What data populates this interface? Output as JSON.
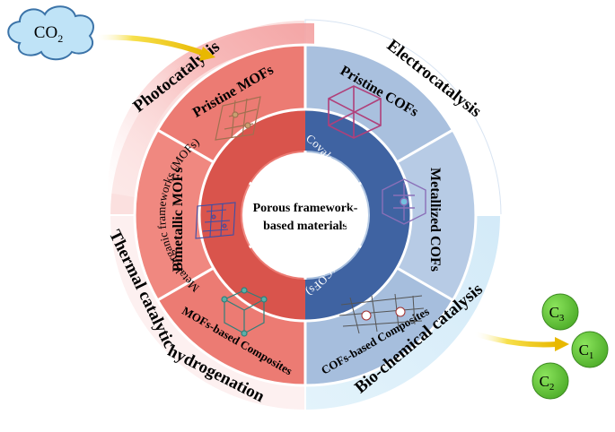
{
  "input": {
    "label": "CO",
    "subscript": "2"
  },
  "center": {
    "line1": "Porous framework-",
    "line2": "based materials"
  },
  "mof_ring_label": "Metal-organic frameworks (MOFs)",
  "cof_ring_label": "Covalent organic frameworks (COFs)",
  "sectors": {
    "pristine_mofs": "Pristine MOFs",
    "bimetallic_mofs": "Bimetallic MOFs",
    "mofs_composites": "MOFs-based Composites",
    "pristine_cofs": "Pristine COFs",
    "metallized_cofs": "Metallized COFs",
    "cofs_composites": "COFs-based Composites"
  },
  "applications": {
    "photocatalysis": "Photocatalysis",
    "electrocatalysis": "Electrocatalysis",
    "thermal_catalytic": "Thermal catalytic",
    "hydrogenation": "hydrogenation",
    "biochemical": "Bio-chemical catalysis"
  },
  "products": [
    {
      "label": "C",
      "subscript": "3"
    },
    {
      "label": "C",
      "subscript": "1"
    },
    {
      "label": "C",
      "subscript": "2"
    }
  ],
  "colors": {
    "mof_outer": "#f4938d",
    "mof_sector": "#ec7b73",
    "mof_ring": "#d9544c",
    "cof_outer": "#c3d2e8",
    "cof_sector": "#a6bedd",
    "cof_ring": "#3f63a2",
    "arrow": "#f3d22c",
    "cloud": "#bfe3f7",
    "product": "#6fcf45"
  }
}
